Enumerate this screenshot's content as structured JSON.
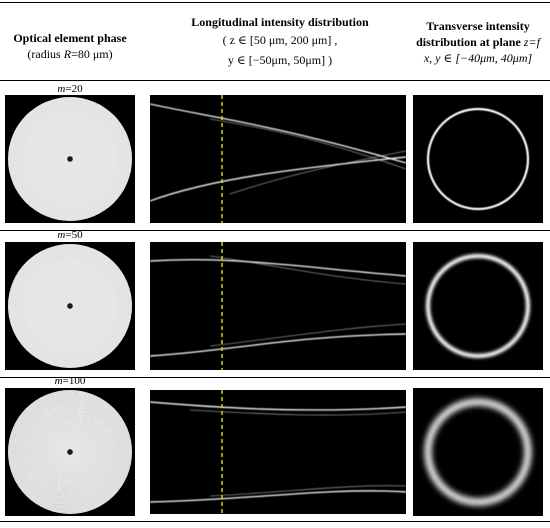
{
  "headers": {
    "col1_line1": "Optical element phase",
    "col1_line2_a": "(radius ",
    "col1_line2_var": "R",
    "col1_line2_b": "=80 μm)",
    "col2_line1": "Longitudinal intensity distribution",
    "col2_line2": "( z ∈ [50 μm, 200 μm] ,",
    "col2_line3": "y ∈ [−50μm, 50μm] )",
    "col3_line1": "Transverse intensity",
    "col3_line2_a": "distribution at plane ",
    "col3_line2_var": "z=f",
    "col3_line3": "x, y ∈ [−40μm, 40μm]"
  },
  "rows": [
    {
      "m_var": "m",
      "m_value": "=20",
      "spirals": 20,
      "ring_width": 2.2,
      "ring_blur": 0.4
    },
    {
      "m_var": "m",
      "m_value": "=50",
      "spirals": 50,
      "ring_width": 3.2,
      "ring_blur": 1.2
    },
    {
      "m_var": "m",
      "m_value": "=100",
      "spirals": 100,
      "ring_width": 5.0,
      "ring_blur": 2.6
    }
  ],
  "colors": {
    "background": "#000000",
    "marker_line": "#e8e000",
    "beam": "#ffffff"
  }
}
